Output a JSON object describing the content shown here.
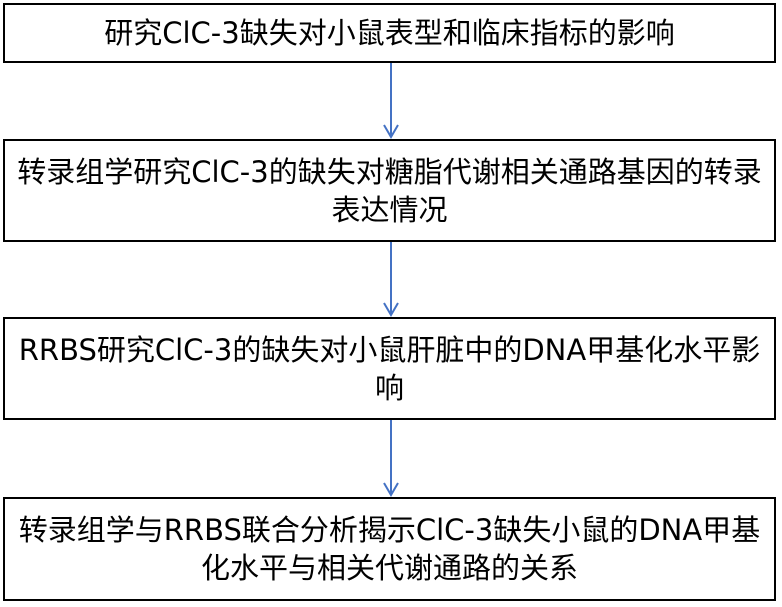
{
  "colors": {
    "box_border": "#000000",
    "box_fill": "#ffffff",
    "text": "#000000",
    "arrow": "#4472c4"
  },
  "steps": [
    {
      "label": "研究ClC-3缺失对小鼠表型和临床指标的影响"
    },
    {
      "label": "转录组学研究ClC-3的缺失对糖脂代谢相关通路基因的转录表达情况"
    },
    {
      "label": "RRBS研究ClC-3的缺失对小鼠肝脏中的DNA甲基化水平影响"
    },
    {
      "label": "转录组学与RRBS联合分析揭示ClC-3缺失小鼠的DNA甲基化水平与相关代谢通路的关系"
    }
  ],
  "connectors": [
    {
      "from": 1,
      "to": 2,
      "icon": "arrow-down-icon"
    },
    {
      "from": 2,
      "to": 3,
      "icon": "arrow-down-icon"
    },
    {
      "from": 3,
      "to": 4,
      "icon": "arrow-down-icon"
    }
  ]
}
